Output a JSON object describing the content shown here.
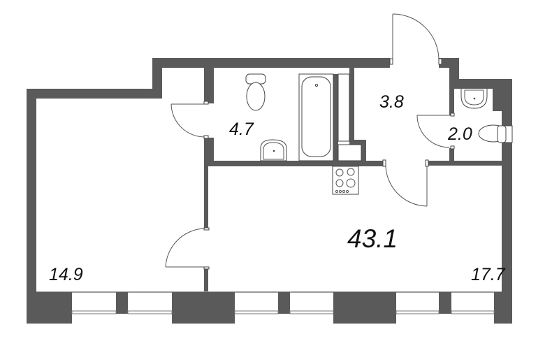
{
  "plan": {
    "total_area": "43.1",
    "rooms": [
      {
        "id": "bedroom",
        "area": "14.9"
      },
      {
        "id": "bathroom",
        "area": "4.7"
      },
      {
        "id": "hallway",
        "area": "3.8"
      },
      {
        "id": "wc",
        "area": "2.0"
      },
      {
        "id": "kitchen-living",
        "area": "17.7"
      }
    ]
  },
  "colors": {
    "wall": "#5a5a5a",
    "background": "#ffffff",
    "text": "#111111"
  }
}
